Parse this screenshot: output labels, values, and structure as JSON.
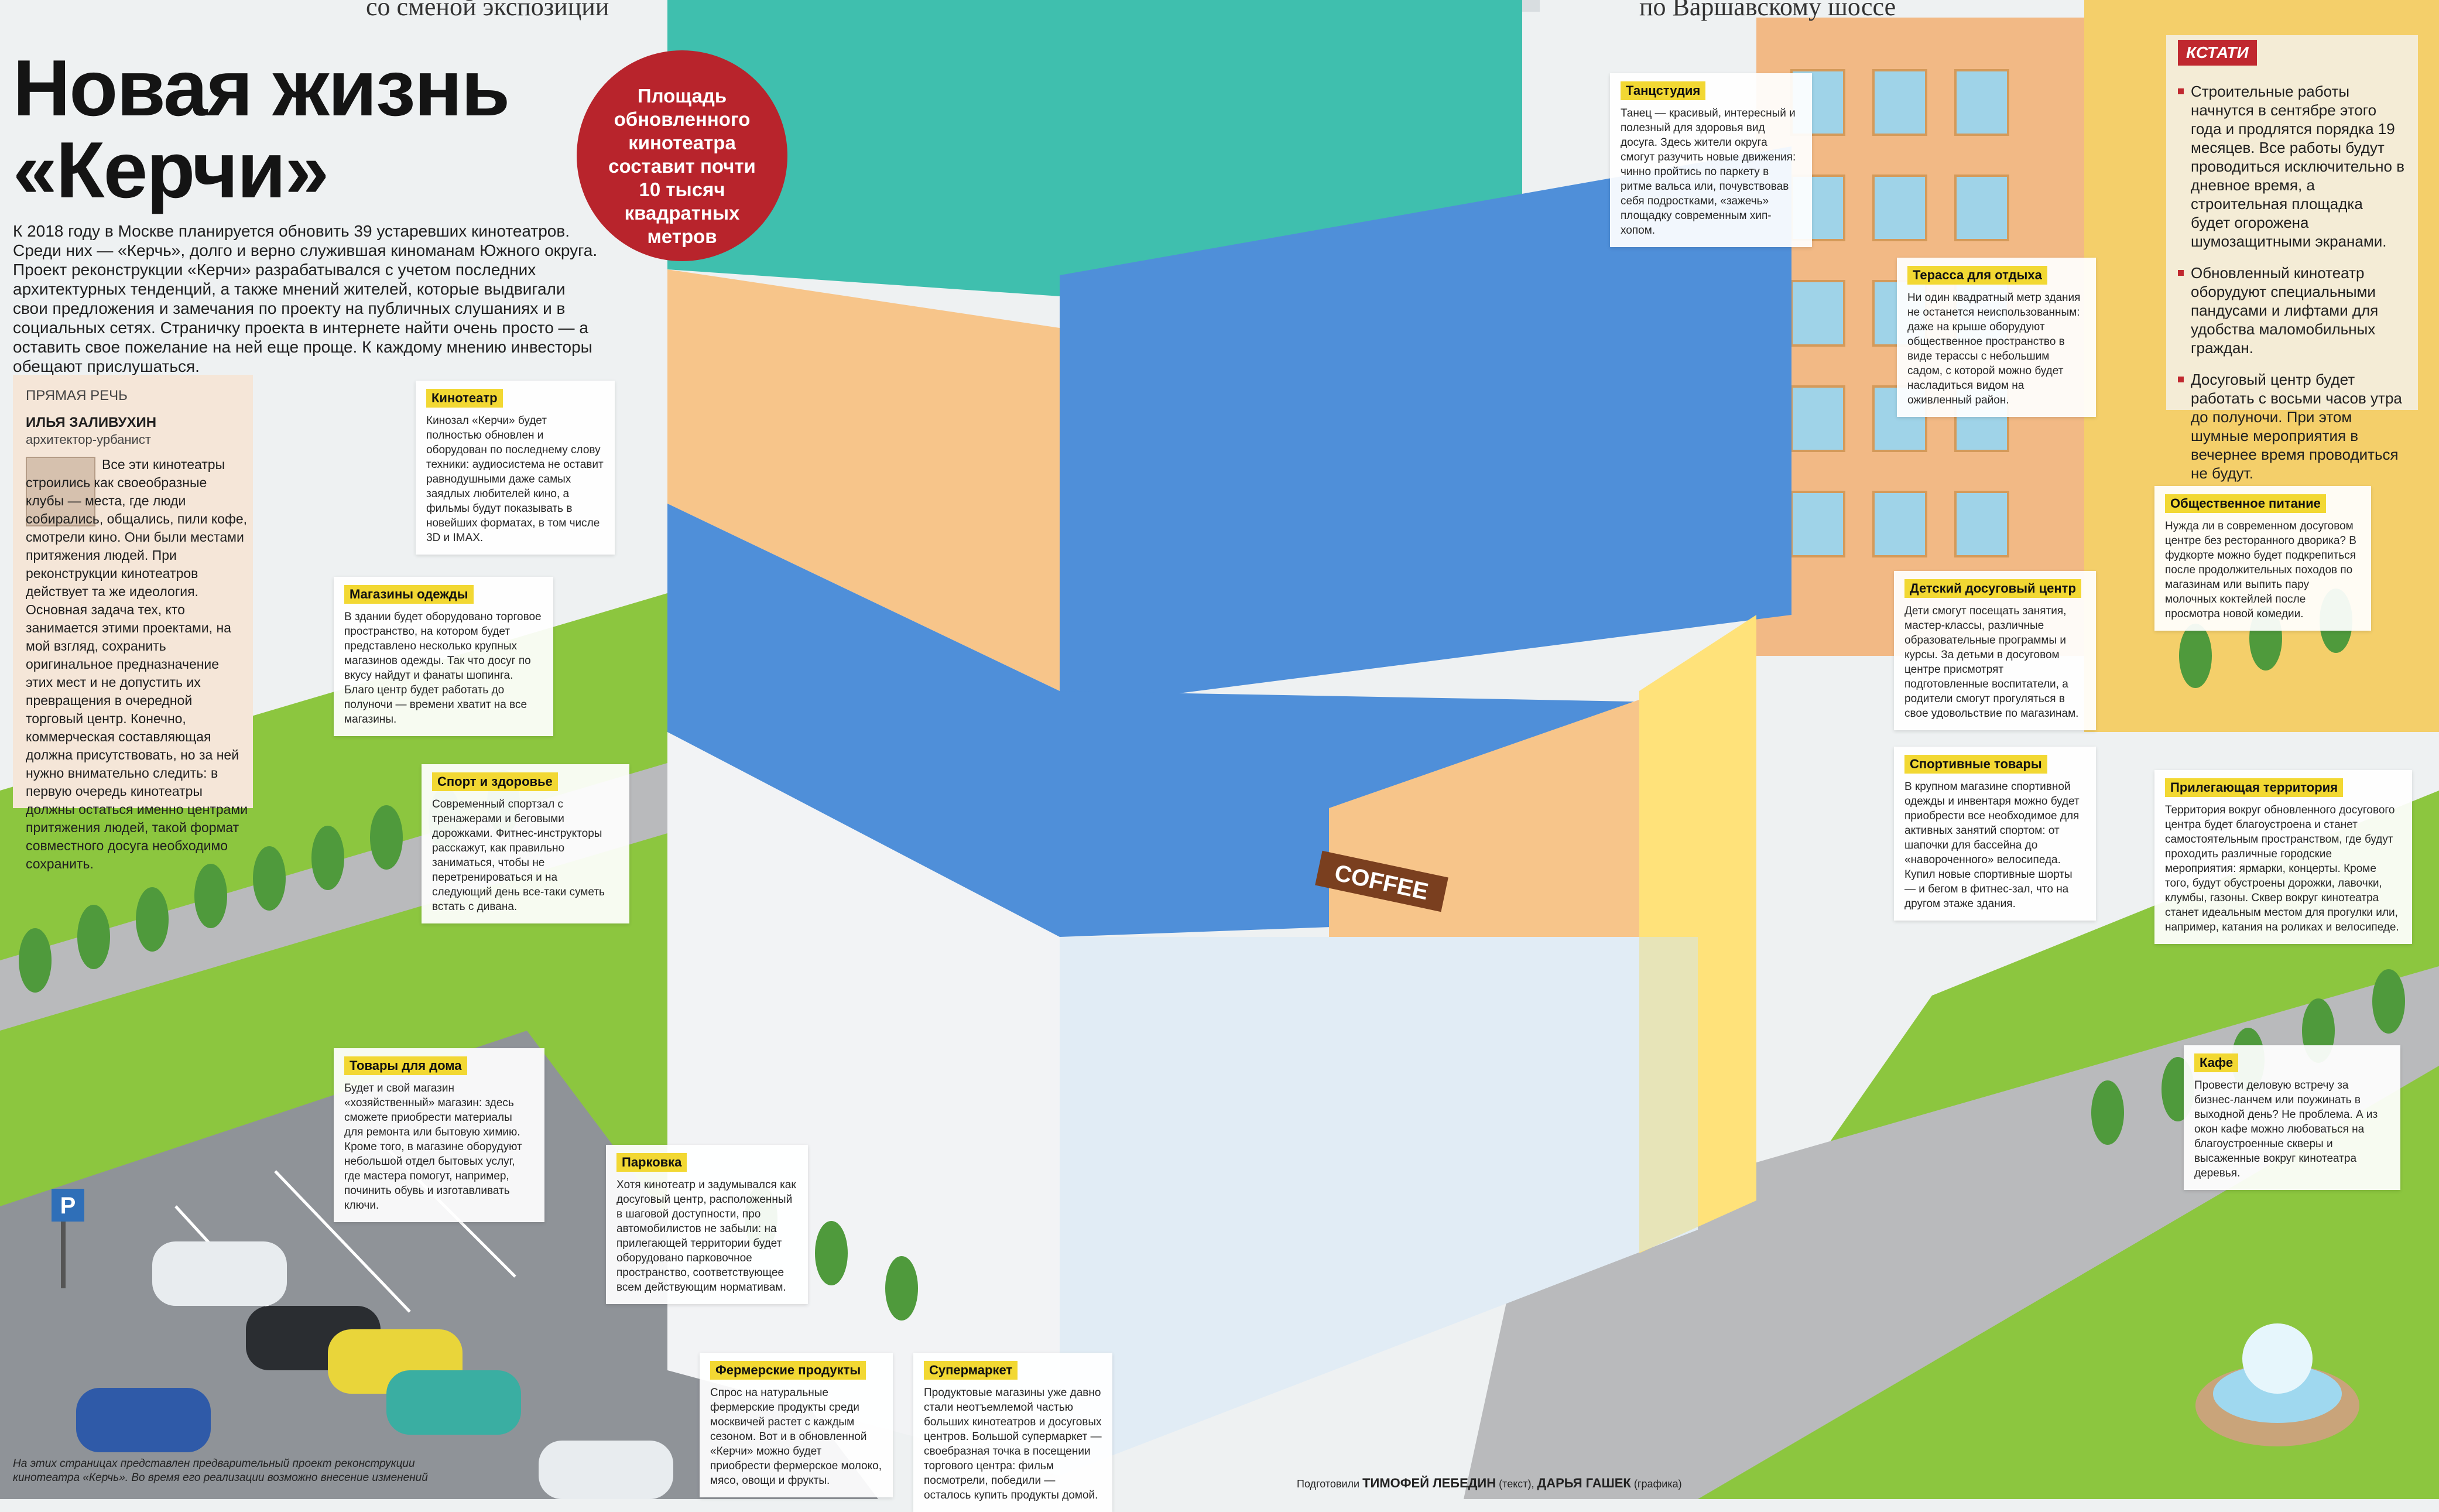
{
  "top_captions": [
    "со сменой экспозиции",
    "по Варшавскому шоссе"
  ],
  "title_line1": "Новая жизнь",
  "title_line2": "«Керчи»",
  "intro": "К 2018 году в Москве планируется обновить 39 устаревших кинотеатров. Среди них — «Керчь», долго и верно служившая киноманам Южного округа. Проект реконструкции «Керчи» разрабатывался с учетом последних архитектурных тенденций, а также мнений жителей, которые выдвигали свои предложения и замечания по проекту на публичных слушаниях и в социальных сетях. Страничку проекта в интернете найти очень просто — а оставить свое пожелание на ней еще проще. К каждому мнению инвесторы обещают прислушаться.",
  "badge": [
    "Площадь",
    "обновленного",
    "кинотеатра",
    "составит почти",
    "10 тысяч",
    "квадратных",
    "метров"
  ],
  "quote": {
    "header": "ПРЯМАЯ РЕЧЬ",
    "name": "ИЛЬЯ ЗАЛИВУХИН",
    "role": "архитектор-урбанист",
    "text": "Все эти кинотеатры строились как своеобразные клубы — места, где люди собирались, общались, пили кофе, смотрели кино. Они были местами притяжения людей. При реконструкции кинотеатров действует та же идеология. Основная задача тех, кто занимается этими проектами, на мой взгляд, сохранить оригинальное предназначение этих мест и не допустить их превращения в очередной торговый центр. Конечно, коммерческая составляющая должна присутствовать, но за ней нужно внимательно следить: в первую очередь кинотеатры должны остаться именно центрами притяжения людей, такой формат совместного досуга необходимо сохранить."
  },
  "sidebar": {
    "kicker": "КСТАТИ",
    "items": [
      "Строительные работы начнутся в сентябре этого года и продлятся порядка 19 месяцев. Все работы будут проводиться исключительно в дневное время, а строительная площадка будет огорожена шумозащитными экранами.",
      "Обновленный кинотеатр оборудуют специальными пандусами и лифтами для удобства маломобильных граждан.",
      "Досуговый центр будет работать с восьми часов утра до полуночи. При этом шумные мероприятия в вечернее время проводиться не будут."
    ]
  },
  "callouts": [
    {
      "title": "Кинотеатр",
      "text": "Кинозал «Керчи» будет полностью обновлен и оборудован по последнему слову техники: аудиосистема не оставит равнодушными даже самых заядлых любителей кино, а фильмы будут показывать в новейших форматах, в том числе 3D и IMAX."
    },
    {
      "title": "Магазины одежды",
      "text": "В здании будет оборудовано торговое пространство, на котором будет представлено несколько крупных магазинов одежды. Так что досуг по вкусу найдут и фанаты шопинга. Благо центр будет работать до полуночи — времени хватит на все магазины."
    },
    {
      "title": "Спорт и здоровье",
      "text": "Современный спортзал с тренажерами и беговыми дорожками. Фитнес-инструкторы расскажут, как правильно заниматься, чтобы не перетренироваться и на следующий день все-таки суметь встать с дивана."
    },
    {
      "title": "Товары для дома",
      "text": "Будет и свой магазин «хозяйственный» магазин: здесь сможете приобрести материалы для ремонта или бытовую химию. Кроме того, в магазине оборудуют небольшой отдел бытовых услуг, где мастера помогут, например, починить обувь и изготавливать ключи."
    },
    {
      "title": "Парковка",
      "text": "Хотя кинотеатр и задумывался как досуговый центр, расположенный в шаговой доступности, про автомобилистов не забыли: на прилегающей территории будет оборудовано парковочное пространство, соответствующее всем действующим нормативам."
    },
    {
      "title": "Фермерские продукты",
      "text": "Спрос на натуральные фермерские продукты среди москвичей растет с каждым сезоном. Вот и в обновленной «Керчи» можно будет приобрести фермерское молоко, мясо, овощи и фрукты."
    },
    {
      "title": "Супермаркет",
      "text": "Продуктовые магазины уже давно стали неотъемлемой частью больших кинотеатров и досуговых центров. Большой супермаркет — своебразная точка в посещении торгового центра: фильм посмотрели, победили — осталось купить продукты домой."
    },
    {
      "title": "Танцстудия",
      "text": "Танец — красивый, интересный и полезный для здоровья вид досуга. Здесь жители округа смогут разучить новые движения: чинно пройтись по паркету в ритме вальса или, почувствовав себя подростками, «зажечь» площадку современным хип-хопом."
    },
    {
      "title": "Терасса для отдыха",
      "text": "Ни один квадратный метр здания не останется неиспользованным: даже на крыше оборудуют общественное пространство в виде терассы с небольшим садом, с которой можно будет насладиться видом на оживленный район."
    },
    {
      "title": "Общественное питание",
      "text": "Нужда ли в современном досуговом центре без ресторанного дворика? В фудкорте можно будет подкрепиться после продолжительных походов по магазинам или выпить пару молочных коктейлей после просмотра новой комедии."
    },
    {
      "title": "Детский досуговый центр",
      "text": "Дети смогут посещать занятия, мастер-классы, различные образовательные программы и курсы. За детьми в досуговом центре присмотрят подготовленные воспитатели, а родители смогут прогуляться в свое удовольствие по магазинам."
    },
    {
      "title": "Спортивные товары",
      "text": "В крупном магазине спортивной одежды и инвентаря можно будет приобрести все необходимое для активных занятий спортом: от шапочки для бассейна до «навороченного» велосипеда. Купил новые спортивные шорты — и бегом в фитнес-зал, что на другом этаже здания."
    },
    {
      "title": "Прилегающая территория",
      "text": "Территория вокруг обновленного досугового центра будет благоустроена и станет самостоятельным пространством, где будут проходить различные городские мероприятия: ярмарки, концерты. Кроме того, будут обустроены дорожки, лавочки, клумбы, газоны. Сквер вокруг кинотеатра станет идеальным местом для прогулки или, например, катания на роликах и велосипеде."
    },
    {
      "title": "Кафе",
      "text": "Провести деловую встречу за бизнес-ланчем или поужинать в выходной день? Не проблема. А из окон кафе можно любоваться на благоустроенные скверы и высаженные вокруг кинотеатра деревья."
    }
  ],
  "signs": {
    "coffee": "COFFEE",
    "parking": "P"
  },
  "footnote": "На этих страницах представлен предварительный проект реконструкции кинотеатра «Керчь». Во время его реализации возможно внесение изменений",
  "credits": {
    "prefix": "Подготовили",
    "author1": "ТИМОФЕЙ ЛЕБЕДИН",
    "role1": "(текст),",
    "author2": "ДАРЬЯ ГАШЕК",
    "role2": "(графика)"
  },
  "colors": {
    "badge": "#b8242c",
    "callout_tag": "#f2d833",
    "kicker": "#c0282f",
    "floor_cinema": "#3fbfae",
    "floor_shop": "#f7c58a",
    "floor_blue": "#4f8fd9",
    "grass": "#8cc63f"
  }
}
